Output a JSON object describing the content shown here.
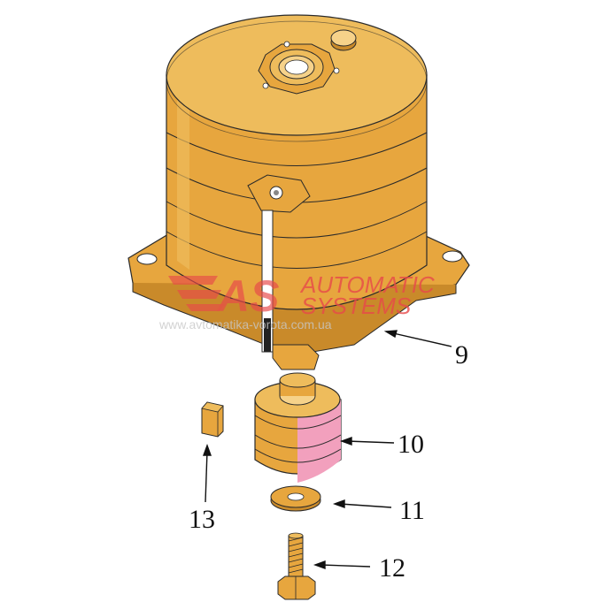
{
  "diagram": {
    "colors": {
      "housing": "#e7a63e",
      "housing_light": "#eebc5c",
      "housing_dark": "#c98a2a",
      "pulley": "#e7a63e",
      "pulley_pink": "#f2a0bd",
      "outline": "#2a2a2a",
      "watermark": "#e84a4a",
      "watermark_gray": "#c8c8c8"
    },
    "callouts": [
      {
        "label": "9"
      },
      {
        "label": "10"
      },
      {
        "label": "11"
      },
      {
        "label": "12"
      },
      {
        "label": "13"
      }
    ],
    "watermark": {
      "logo_letters": "AS",
      "line1": "AUTOMATIC",
      "line2": "SYSTEMS",
      "url": "www.avtomatika-vorota.com.ua"
    }
  }
}
